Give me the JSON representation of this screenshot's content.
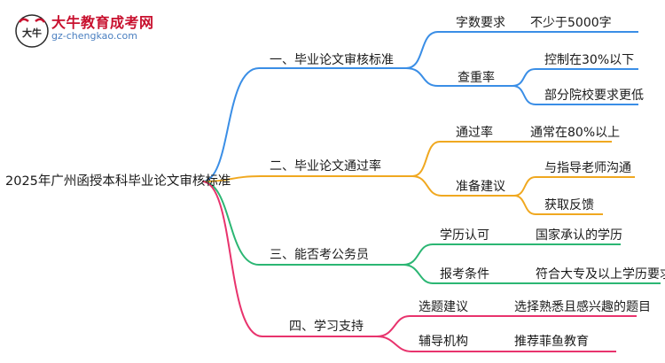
{
  "logo": {
    "title": "大牛教育成考网",
    "url": "gz-chengkao.com",
    "mark_text": "大牛"
  },
  "root": "2025年广州函授本科毕业论文审核标准",
  "branches": [
    {
      "label": "一、毕业论文审核标准",
      "color": "#3a8ee6",
      "children": [
        {
          "label": "字数要求",
          "leaves": [
            "不少于5000字"
          ]
        },
        {
          "label": "查重率",
          "leaves": [
            "控制在30%以下",
            "部分院校要求更低"
          ]
        }
      ]
    },
    {
      "label": "二、毕业论文通过率",
      "color": "#f0a820",
      "children": [
        {
          "label": "通过率",
          "leaves": [
            "通常在80%以上"
          ]
        },
        {
          "label": "准备建议",
          "leaves": [
            "与指导老师沟通",
            "获取反馈"
          ]
        }
      ]
    },
    {
      "label": "三、能否考公务员",
      "color": "#2bb673",
      "children": [
        {
          "label": "学历认可",
          "leaves": [
            "国家承认的学历"
          ]
        },
        {
          "label": "报考条件",
          "leaves": [
            "符合大专及以上学历要求"
          ]
        }
      ]
    },
    {
      "label": "四、学习支持",
      "color": "#e8336d",
      "children": [
        {
          "label": "选题建议",
          "leaves": [
            "选择熟悉且感兴趣的题目"
          ]
        },
        {
          "label": "辅导机构",
          "leaves": [
            "推荐菲鱼教育"
          ]
        }
      ]
    }
  ]
}
